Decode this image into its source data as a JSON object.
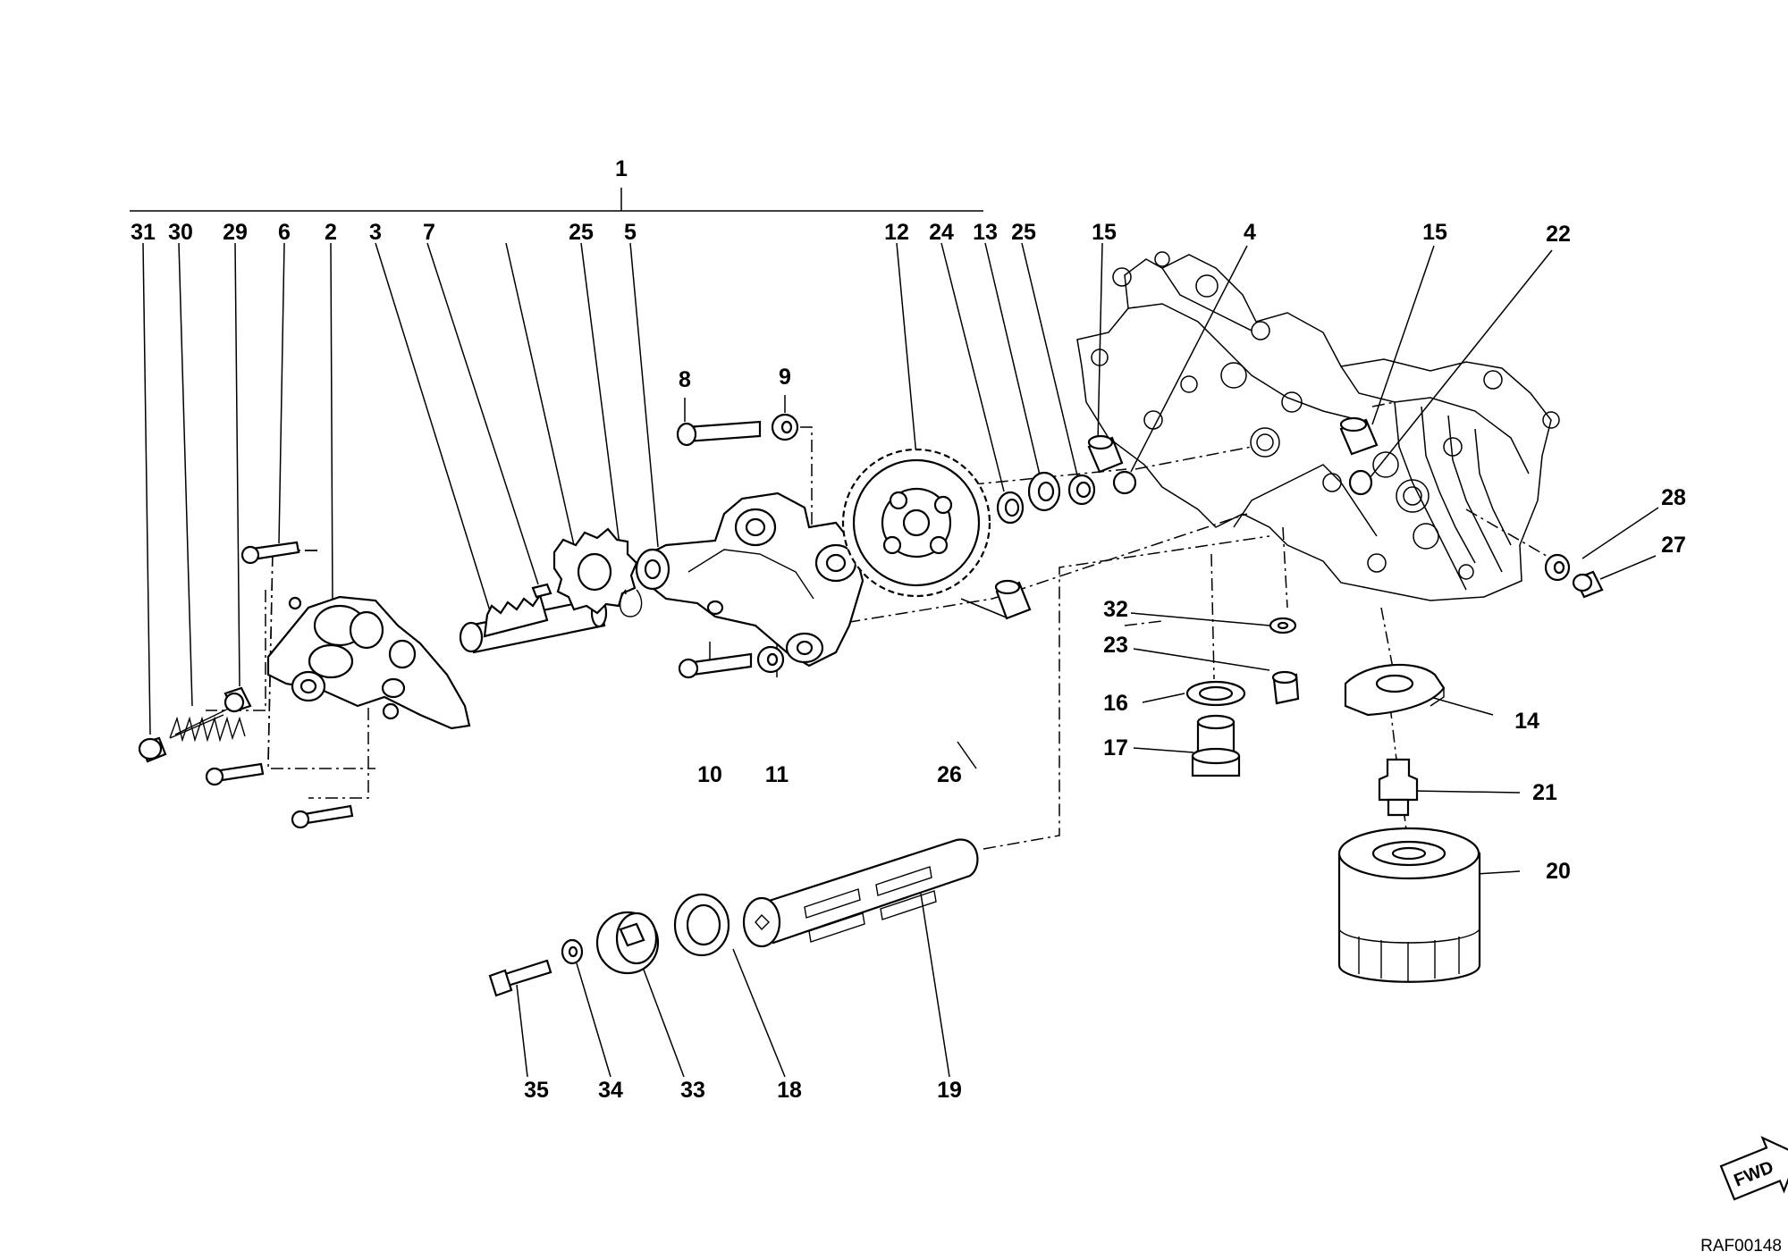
{
  "drawing": {
    "reference_code": "RAF00148",
    "direction_label": "FWD"
  },
  "callouts": [
    {
      "id": "c1",
      "text": "1"
    },
    {
      "id": "c31",
      "text": "31"
    },
    {
      "id": "c30",
      "text": "30"
    },
    {
      "id": "c29",
      "text": "29"
    },
    {
      "id": "c6",
      "text": "6"
    },
    {
      "id": "c2",
      "text": "2"
    },
    {
      "id": "c3",
      "text": "3"
    },
    {
      "id": "c7",
      "text": "7"
    },
    {
      "id": "c25a",
      "text": "25"
    },
    {
      "id": "c5",
      "text": "5"
    },
    {
      "id": "c12",
      "text": "12"
    },
    {
      "id": "c24",
      "text": "24"
    },
    {
      "id": "c13",
      "text": "13"
    },
    {
      "id": "c25b",
      "text": "25"
    },
    {
      "id": "c15a",
      "text": "15"
    },
    {
      "id": "c4",
      "text": "4"
    },
    {
      "id": "c15b",
      "text": "15"
    },
    {
      "id": "c22",
      "text": "22"
    },
    {
      "id": "c8",
      "text": "8"
    },
    {
      "id": "c9",
      "text": "9"
    },
    {
      "id": "c10",
      "text": "10"
    },
    {
      "id": "c11",
      "text": "11"
    },
    {
      "id": "c26",
      "text": "26"
    },
    {
      "id": "c28",
      "text": "28"
    },
    {
      "id": "c27",
      "text": "27"
    },
    {
      "id": "c32",
      "text": "32"
    },
    {
      "id": "c23",
      "text": "23"
    },
    {
      "id": "c16",
      "text": "16"
    },
    {
      "id": "c17",
      "text": "17"
    },
    {
      "id": "c14",
      "text": "14"
    },
    {
      "id": "c21",
      "text": "21"
    },
    {
      "id": "c20",
      "text": "20"
    },
    {
      "id": "c35",
      "text": "35"
    },
    {
      "id": "c34",
      "text": "34"
    },
    {
      "id": "c33",
      "text": "33"
    },
    {
      "id": "c18",
      "text": "18"
    },
    {
      "id": "c19",
      "text": "19"
    }
  ]
}
